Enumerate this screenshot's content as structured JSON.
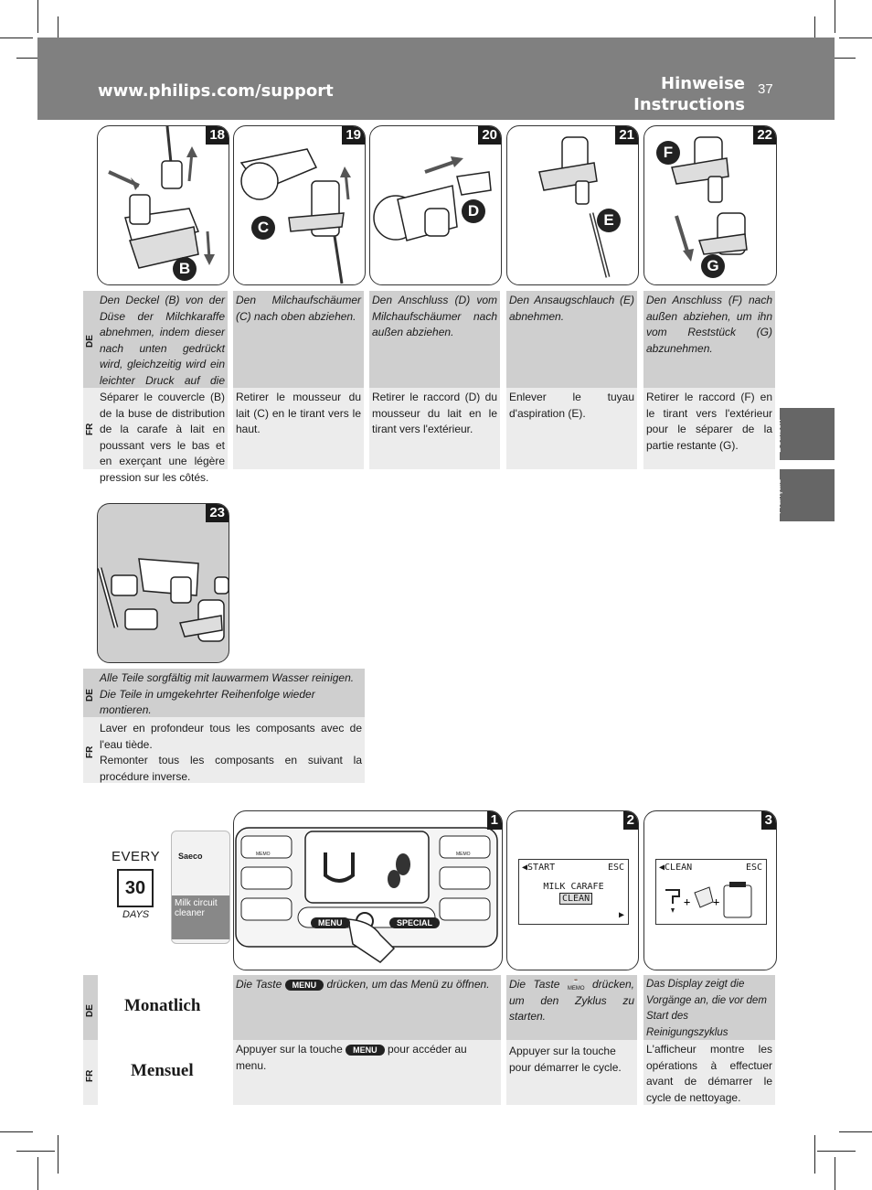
{
  "header": {
    "url": "www.philips.com/support",
    "title_de": "Hinweise",
    "title_fr": "Instructions",
    "page": "37"
  },
  "side_tabs": [
    "Deutsch",
    "Français"
  ],
  "lang": {
    "de": "DE",
    "fr": "FR"
  },
  "steps": [
    {
      "num": "18",
      "callout": "B",
      "de": "Den Deckel (B) von der Düse der Milchkaraffe abnehmen, indem dieser nach unten gedrückt wird, gleichzeitig wird ein leichter Druck auf die Seiten ausgeübt.",
      "fr": "Séparer le couvercle (B) de la buse de distribution de la carafe à lait en poussant vers le bas et en exerçant une légère pression sur les côtés."
    },
    {
      "num": "19",
      "callout": "C",
      "de": "Den Milchaufschäumer (C) nach oben abziehen.",
      "fr": "Retirer le mousseur du lait (C) en le tirant vers le haut."
    },
    {
      "num": "20",
      "callout": "D",
      "de": "Den Anschluss (D) vom Milchaufschäumer nach außen abziehen.",
      "fr": "Retirer le raccord (D) du mousseur du lait en le tirant vers l'extérieur."
    },
    {
      "num": "21",
      "callout": "E",
      "de": "Den Ansaugschlauch (E) abnehmen.",
      "fr": "Enlever le tuyau d'aspiration (E)."
    },
    {
      "num": "22",
      "callout": "F",
      "callout2": "G",
      "de": "Den Anschluss (F) nach außen abziehen, um ihn vom Reststück (G) abzunehmen.",
      "fr": "Retirer le raccord (F) en le tirant vers l'extérieur pour le séparer de la partie restante (G)."
    }
  ],
  "step23": {
    "num": "23",
    "de1": "Alle Teile sorgfältig mit lauwarmem Wasser reinigen.",
    "de2": "Die Teile in umgekehrter Reihenfolge wieder montieren.",
    "fr1": "Laver en profondeur tous les composants avec de l'eau tiède.",
    "fr2": "Remonter tous les composants en suivant la procédure inverse."
  },
  "monthly": {
    "every": "EVERY",
    "day_num": "30",
    "days": "DAYS",
    "product_brand": "Saeco",
    "product_name": "Milk circuit cleaner",
    "label_de": "Monatlich",
    "label_fr": "Mensuel",
    "panel1": {
      "num": "1",
      "btn_menu": "MENU",
      "btn_special": "SPECIAL",
      "memo": "MEMO"
    },
    "panel2": {
      "num": "2",
      "start": "START",
      "esc": "ESC",
      "line1": "MILK CARAFE",
      "line2": "CLEAN"
    },
    "panel3": {
      "num": "3",
      "clean": "CLEAN",
      "esc": "ESC"
    },
    "menu_pill": "MENU",
    "memo_label": "MEMO",
    "de1_a": "Die Taste",
    "de1_b": "drücken, um das Menü zu öffnen.",
    "fr1_a": "Appuyer sur la touche",
    "fr1_b": "pour accéder au menu.",
    "de2_a": "Die Taste",
    "de2_b": "drücken, um den Zyklus zu starten.",
    "fr2": "Appuyer sur la touche pour démarrer le cycle.",
    "de3": "Das Display zeigt die Vorgänge an, die vor dem Start des Reinigungszyklus auszuführen sind.",
    "fr3": "L'afficheur montre les opérations à effectuer avant de démarrer le cycle de nettoyage."
  }
}
